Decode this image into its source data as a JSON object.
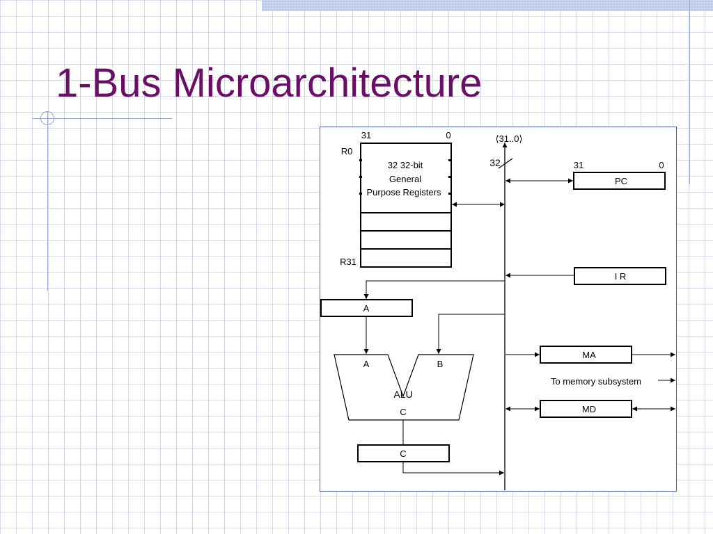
{
  "slide": {
    "title": "1-Bus Microarchitecture"
  },
  "diagram": {
    "bus_label": "⟨31..0⟩",
    "bus_width": "32",
    "gpr": {
      "bit_high": "31",
      "bit_low": "0",
      "first_reg": "R0",
      "last_reg": "R31",
      "line1": "32 32-bit",
      "line2": "General",
      "line3": "Purpose Registers"
    },
    "pc": {
      "bit_high": "31",
      "bit_low": "0",
      "label": "PC"
    },
    "ir": {
      "label": "I R"
    },
    "reg_a": {
      "label": "A"
    },
    "alu": {
      "input_a": "A",
      "input_b": "B",
      "label": "ALU",
      "output": "C"
    },
    "reg_c": {
      "label": "C"
    },
    "ma": {
      "label": "MA"
    },
    "md": {
      "label": "MD"
    },
    "memory_label": "To memory subsystem"
  },
  "colors": {
    "title": "#6a0f66",
    "frame_border": "#4a5db0",
    "grid": "#c8cde6",
    "accent_band": "#c9d3ee"
  }
}
